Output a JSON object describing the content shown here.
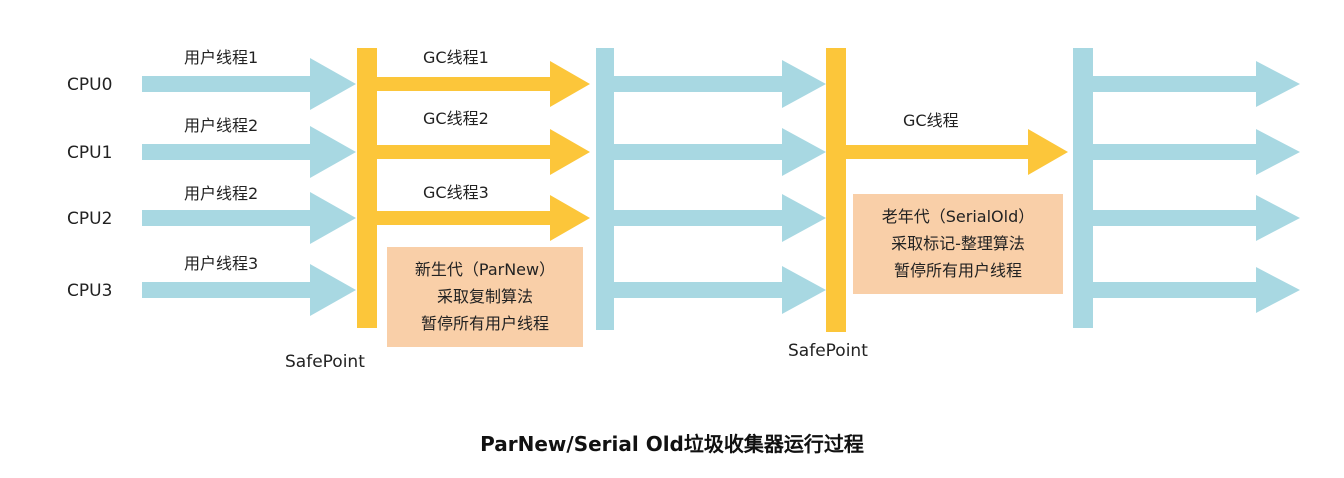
{
  "cpus": [
    "CPU0",
    "CPU1",
    "CPU2",
    "CPU3"
  ],
  "user_threads": [
    "用户线程1",
    "用户线程2",
    "用户线程2",
    "用户线程3"
  ],
  "gc_threads": [
    "GC线程1",
    "GC线程2",
    "GC线程3"
  ],
  "gc_old_thread": "GC线程",
  "safepoints": [
    "SafePoint",
    "SafePoint"
  ],
  "young_note": [
    "新生代（ParNew）",
    "采取复制算法",
    "暂停所有用户线程"
  ],
  "old_note": [
    "老年代（SerialOld）",
    "采取标记-整理算法",
    "暂停所有用户线程"
  ],
  "caption": "ParNew/Serial Old垃圾收集器运行过程",
  "colors": {
    "user_thread": "#a8d8e2",
    "gc_thread": "#fcc63a",
    "safepoint_bar": "#fcc63a",
    "note_bg": "#f9cfa8"
  }
}
